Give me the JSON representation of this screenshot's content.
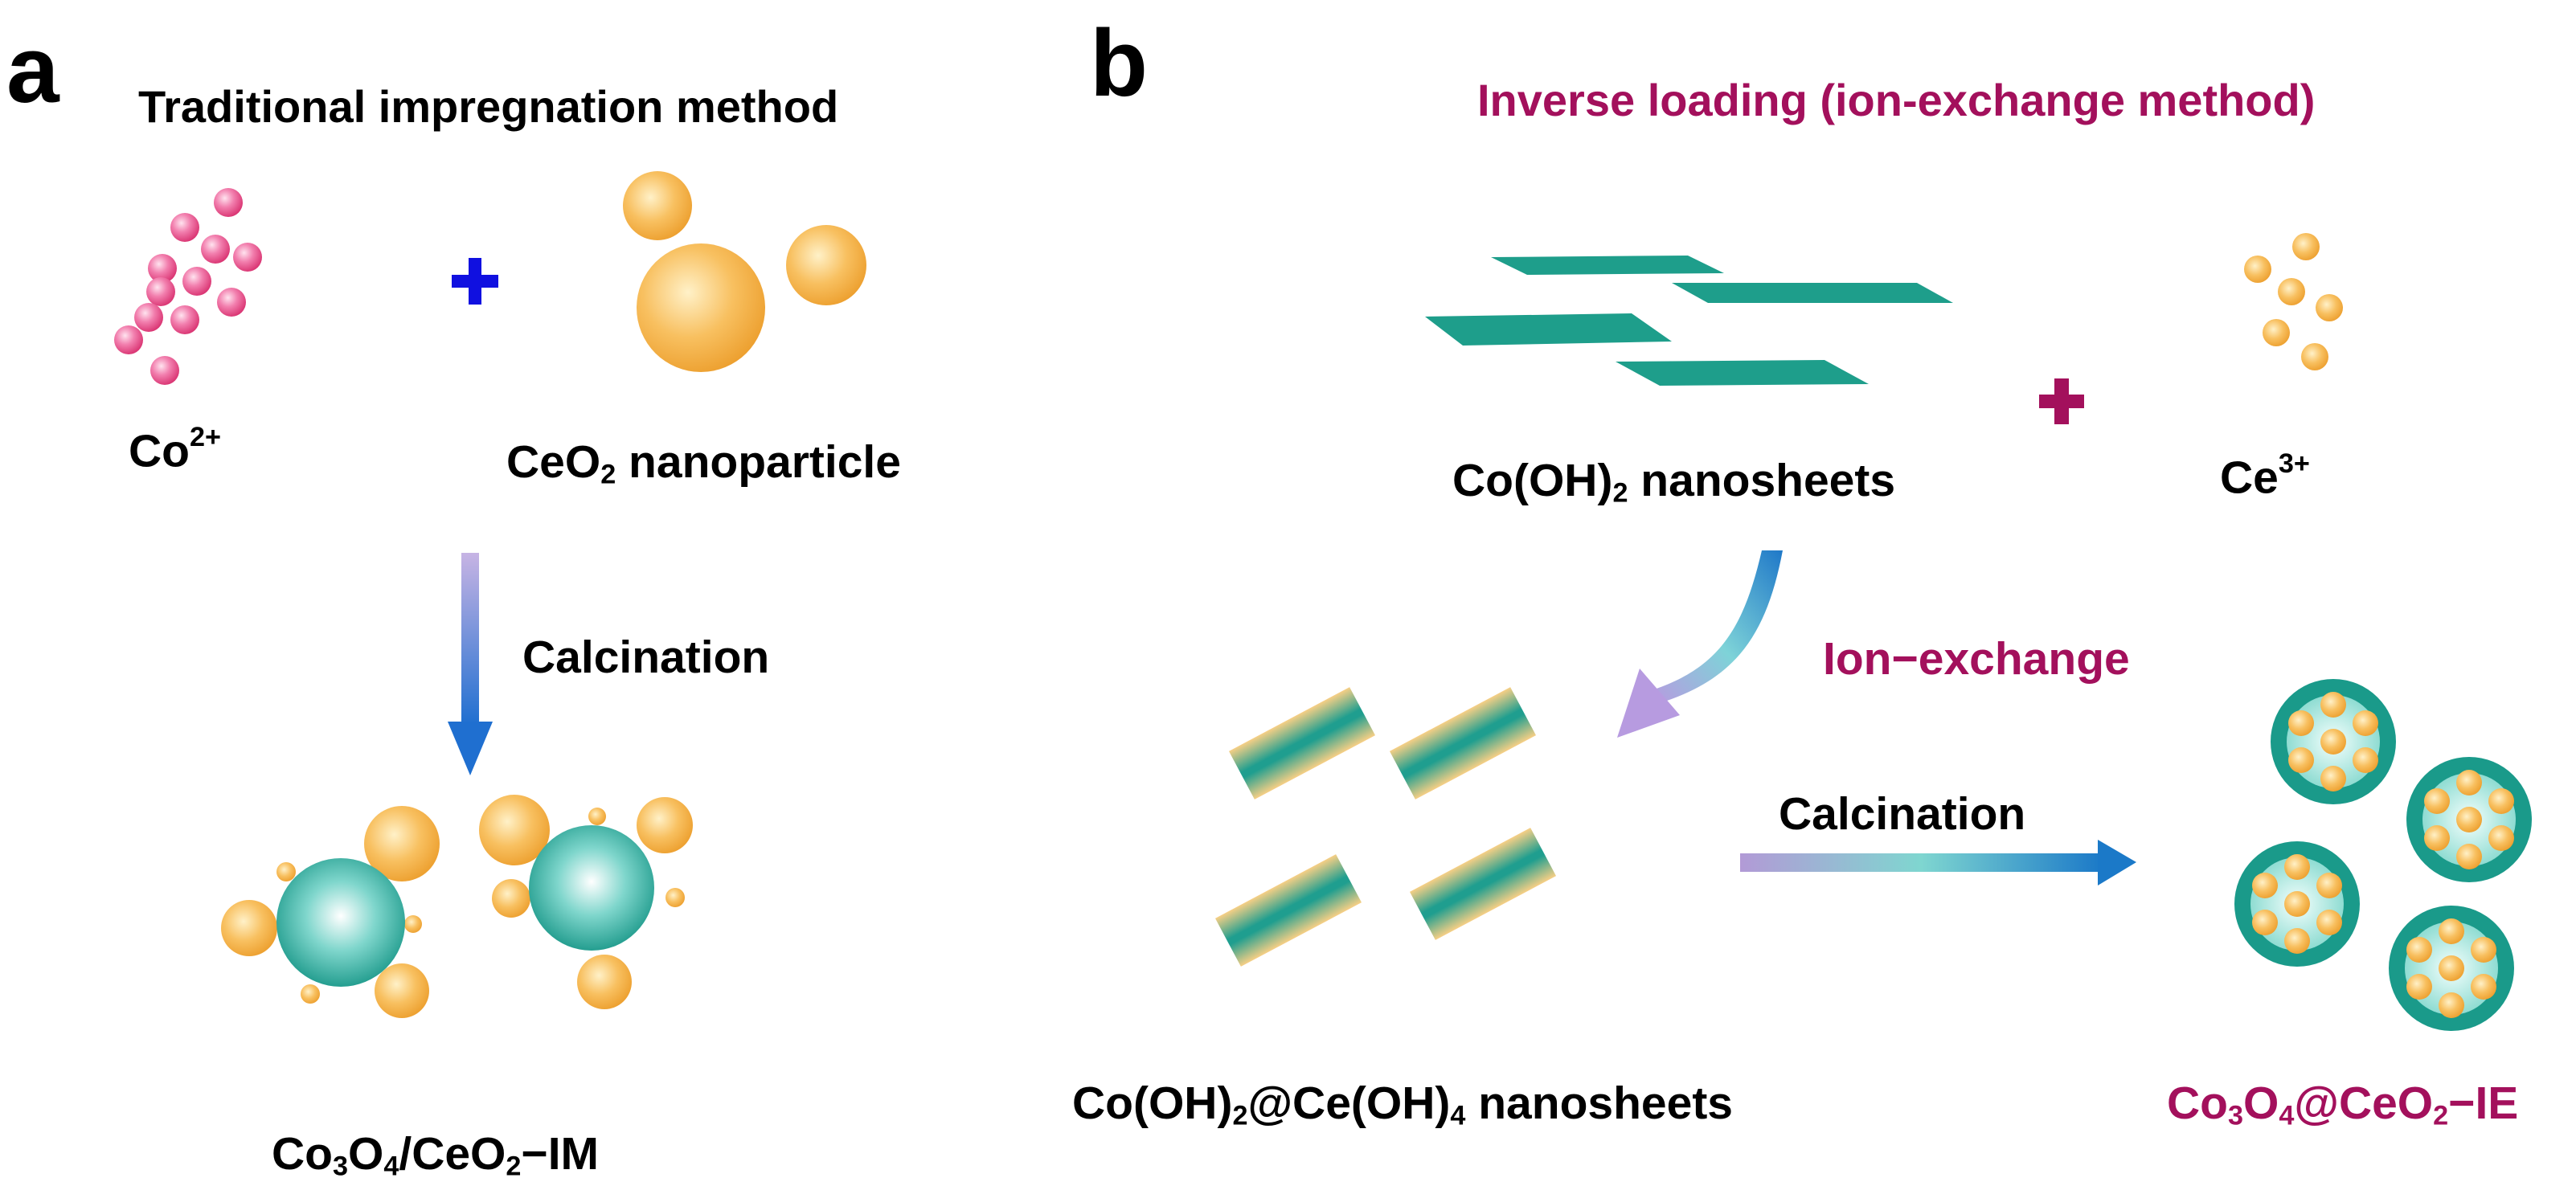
{
  "panel_a": {
    "label": "a",
    "title": "Traditional impregnation method",
    "co_ion": {
      "base": "Co",
      "charge": "2+"
    },
    "ceo2": {
      "part1": "CeO",
      "sub": "2",
      "part2": " nanoparticle"
    },
    "step": "Calcination",
    "product": {
      "p1": "Co",
      "s1": "3",
      "p2": "O",
      "s2": "4",
      "p3": "/CeO",
      "s3": "2",
      "p4": "−IM"
    }
  },
  "panel_b": {
    "label": "b",
    "title": "Inverse loading (ion-exchange method)",
    "sheets": {
      "part1": "Co(OH)",
      "sub": "2",
      "part2": " nanosheets"
    },
    "ce_ion": {
      "base": "Ce",
      "charge": "3+"
    },
    "step_exchange": "Ion−exchange",
    "intermediate": {
      "p1": "Co(OH)",
      "s1": "2",
      "p2": "@Ce(OH)",
      "s2": "4",
      "p3": " nanosheets"
    },
    "step_calcination": "Calcination",
    "product": {
      "p1": "Co",
      "s1": "3",
      "p2": "O",
      "s2": "4",
      "p3": "@CeO",
      "s3": "2",
      "p4": "−IE"
    }
  },
  "colors": {
    "co_ion": "#e8508f",
    "ceria": "#f4a93a",
    "cobalt_oxide": "#1a9a8a",
    "plus_a": "#1010e0",
    "plus_b": "#a3105c",
    "accent_text": "#a3105c",
    "arrow_start": "#b39ad8",
    "arrow_end": "#1f6fd0"
  },
  "icons": [
    "plus-sign-icon",
    "down-arrow-icon",
    "curved-arrow-icon",
    "right-arrow-icon"
  ]
}
